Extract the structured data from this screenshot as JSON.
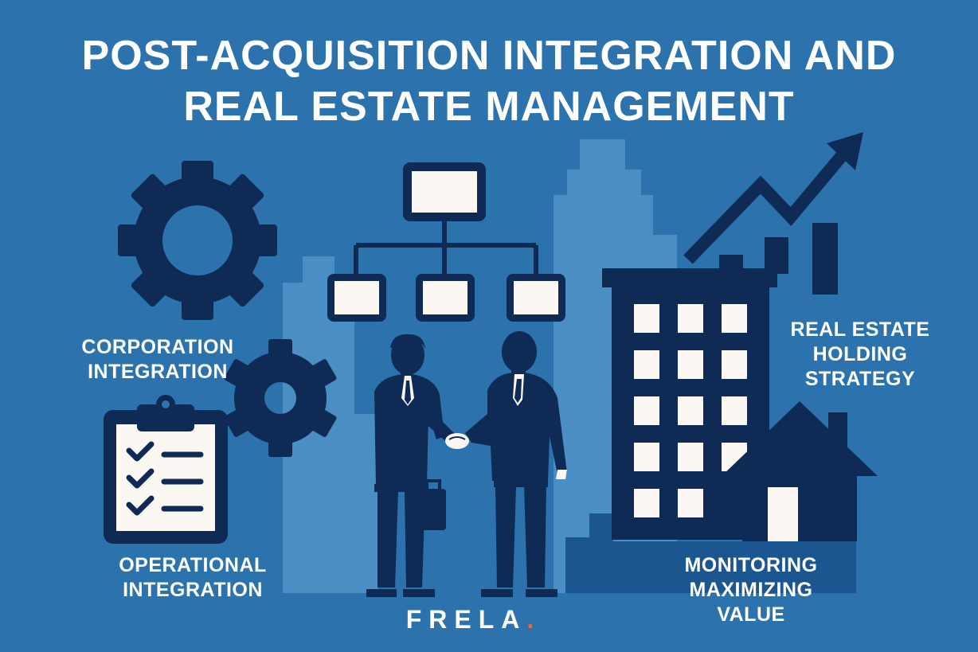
{
  "title": {
    "line1": "POST-ACQUISITION INTEGRATION AND",
    "line2": "REAL ESTATE MANAGEMENT"
  },
  "labels": {
    "corporation": [
      "CORPORATION",
      "INTEGRATION"
    ],
    "operational": [
      "OPERATIONAL",
      "INTEGRATION"
    ],
    "holding": [
      "REAL ESTATE",
      "HOLDING",
      "STRATEGY"
    ],
    "monitoring": [
      "MONITORING",
      "MAXIMIZING",
      "VALUE"
    ]
  },
  "logo": {
    "text": "FRELA",
    "dot": "."
  },
  "colors": {
    "background": "#2c72ad",
    "skyline": "#4a8ec4",
    "navy": "#0f2a55",
    "paper": "#fbf7f2",
    "accent": "#e8692c"
  },
  "icons": [
    "gear-icon-large",
    "gear-icon-small",
    "org-chart-icon",
    "clipboard-checklist-icon",
    "handshake-businessmen-illustration",
    "office-building-icon",
    "house-icon",
    "growth-arrow-icon",
    "bar-chart-icon",
    "skyline-background"
  ]
}
